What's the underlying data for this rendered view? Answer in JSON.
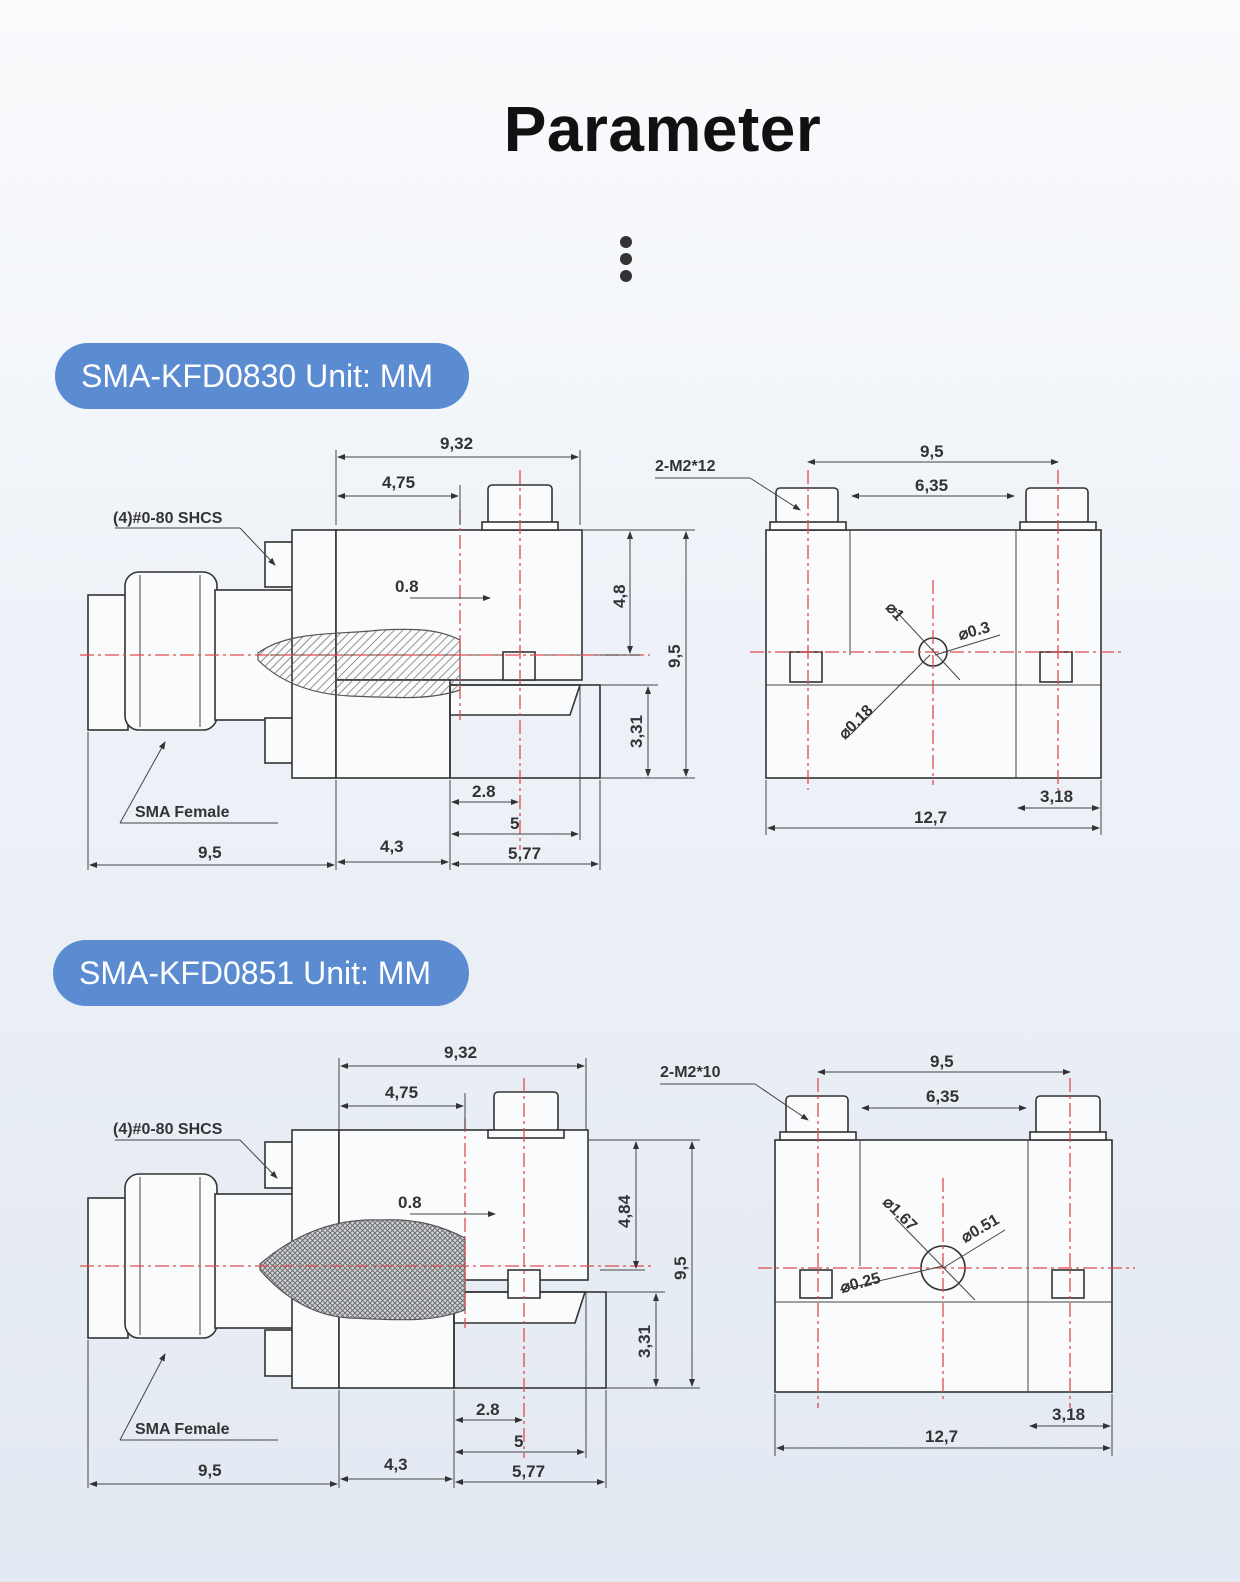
{
  "page": {
    "title": "Parameter"
  },
  "sections": [
    {
      "badge": "SMA-KFD0830 Unit: MM",
      "labels": {
        "screws": "(4)#0-80 SHCS",
        "connector": "SMA Female",
        "mount": "2-M2*12"
      },
      "side_view": {
        "overall_length": "9,32",
        "to_pin": "4,75",
        "pin": "0.8",
        "upper_height": "4,8",
        "overall_height": "9,5",
        "lower_height": "3,31",
        "tab": "2.8",
        "tab_total": "5",
        "base": "5,77",
        "flange": "4,3",
        "sma_length": "9,5"
      },
      "front_view": {
        "hole_spacing": "9,5",
        "inner_width": "6,35",
        "diameter_1": "⌀1",
        "diameter_2": "⌀0.3",
        "diameter_3": "⌀0.18",
        "width": "12,7",
        "edge": "3,18"
      }
    },
    {
      "badge": "SMA-KFD0851 Unit: MM",
      "labels": {
        "screws": "(4)#0-80 SHCS",
        "connector": "SMA Female",
        "mount": "2-M2*10"
      },
      "side_view": {
        "overall_length": "9,32",
        "to_pin": "4,75",
        "pin": "0.8",
        "upper_height": "4,84",
        "overall_height": "9,5",
        "lower_height": "3,31",
        "tab": "2.8",
        "tab_total": "5",
        "base": "5,77",
        "flange": "4,3",
        "sma_length": "9,5"
      },
      "front_view": {
        "hole_spacing": "9,5",
        "inner_width": "6,35",
        "diameter_1": "⌀1.67",
        "diameter_2": "⌀0.51",
        "diameter_3": "⌀0.25",
        "width": "12,7",
        "edge": "3,18"
      }
    }
  ]
}
